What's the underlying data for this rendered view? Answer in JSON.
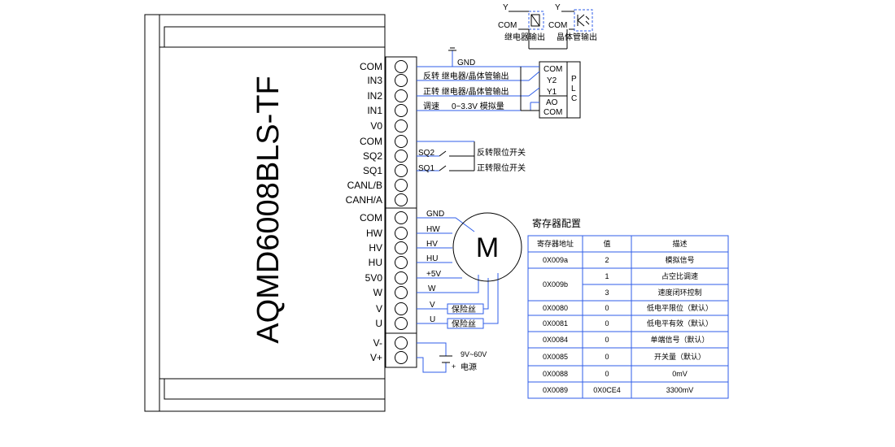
{
  "driver": {
    "model": "AQMD6008BLS-TF",
    "pins": [
      "COM",
      "IN3",
      "IN2",
      "IN1",
      "V0",
      "COM",
      "SQ2",
      "SQ1",
      "CANL/B",
      "CANH/A",
      "COM",
      "HW",
      "HV",
      "HU",
      "5V0",
      "W",
      "V",
      "U",
      "V-",
      "V+"
    ]
  },
  "legend": {
    "y_label": "Y",
    "com_label": "COM",
    "relay_output": "继电器输出",
    "transistor_output": "晶体管输出"
  },
  "plc": {
    "pins": [
      "COM",
      "Y2",
      "Y1",
      "AO",
      "COM"
    ],
    "letters": [
      "P",
      "L",
      "C"
    ]
  },
  "wiring": {
    "gnd_top": "GND",
    "reverse_label": "反转 继电器/晶体管输出",
    "forward_label": "正转 继电器/晶体管输出",
    "speed_label": "调速",
    "speed_range": "0~3.3V 模拟量",
    "sq2": "SQ2",
    "sq1": "SQ1",
    "reverse_limit": "反转限位开关",
    "forward_limit": "正转限位开关",
    "motor_wires": [
      "GND",
      "HW",
      "HV",
      "HU",
      "+5V",
      "W",
      "V",
      "U"
    ],
    "motor_symbol": "M",
    "fuse": "保险丝",
    "power_voltage": "9V~60V",
    "power_label": "电源"
  },
  "register_table": {
    "title": "寄存器配置",
    "headers": [
      "寄存器地址",
      "值",
      "描述"
    ],
    "rows": [
      {
        "addr": "0X009a",
        "val": "2",
        "desc": "模拟信号"
      },
      {
        "addr": "0X009b",
        "val": "1",
        "desc": "占空比调速"
      },
      {
        "addr": "",
        "val": "3",
        "desc": "速度闭环控制"
      },
      {
        "addr": "0X0080",
        "val": "0",
        "desc": "低电平限位（默认）"
      },
      {
        "addr": "0X0081",
        "val": "0",
        "desc": "低电平有效（默认）"
      },
      {
        "addr": "0X0084",
        "val": "0",
        "desc": "单端信号（默认）"
      },
      {
        "addr": "0X0085",
        "val": "0",
        "desc": "开关量（默认）"
      },
      {
        "addr": "0X0088",
        "val": "0",
        "desc": "0mV"
      },
      {
        "addr": "0X0089",
        "val": "0X0CE4",
        "desc": "3300mV"
      }
    ]
  },
  "colors": {
    "wire": "#2f5ee8",
    "line": "#000000"
  }
}
